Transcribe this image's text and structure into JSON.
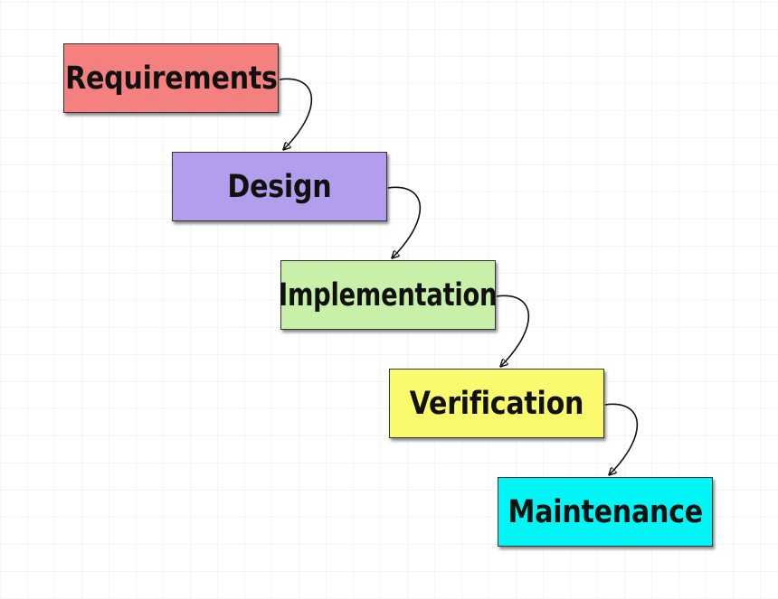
{
  "stages": [
    {
      "label": "Requirements",
      "color": "#f58080"
    },
    {
      "label": "Design",
      "color": "#b39ded"
    },
    {
      "label": "Implementation",
      "color": "#c8f0a8"
    },
    {
      "label": "Verification",
      "color": "#fafa6e"
    },
    {
      "label": "Maintenance",
      "color": "#00f5f5"
    }
  ],
  "connector_color": "#111111"
}
